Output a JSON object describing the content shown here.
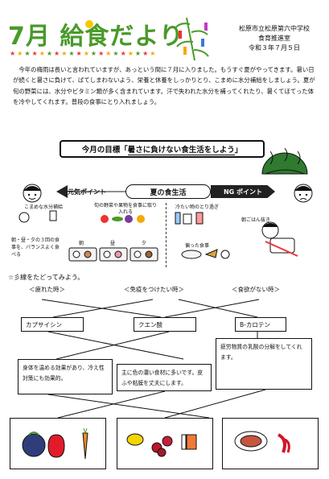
{
  "header": {
    "title": "7月 給食だより",
    "school": "松原市立松原第六中学校",
    "department": "食育推進室",
    "date": "令和３年７月５日"
  },
  "intro": "　今年の梅雨は長いと言われていますが、あっという間に７月に入りました。もうすぐ夏がやってきます。暑い日が続くと暑さに負けて、ばてしまわないよう、栄養と休養をしっかりとり、こまめに水分補給をしましょう。夏が旬の野菜には、水分やビタミン類が多く含まれています。汗で失われた水分を補ってくれたり、暑くてほてった体を冷やしてくれます。普段の食事にとり入れましょう。",
  "goal": {
    "prefix": "今月の目標「",
    "text": "暑さに負けない食生活をしよう",
    "suffix": "」"
  },
  "diet": {
    "good_label": "元気ポイント",
    "title": "夏の食生活",
    "ng_label": "NG ポイント",
    "good_items": [
      "こまめな水分補給",
      "旬の野菜や果物を食事に取り入れる",
      "朝・昼・夕の３回の食事を、バランスよく食べる"
    ],
    "meals": [
      "朝",
      "昼",
      "夕"
    ],
    "ng_items": [
      "冷たい物のとり過ぎ",
      "朝ごはん抜き",
      "偏った食事"
    ]
  },
  "chain": {
    "title": "☆彡線をたどってみよう。",
    "states": [
      "＜疲れた時＞",
      "＜免疫をつけたい時＞",
      "＜食欲がない時＞"
    ],
    "nutrients": [
      "カプサイシン",
      "クエン酸",
      "B-カロテン"
    ],
    "effects": [
      "身体を温める効果があり、冷え性対策にも効果的。",
      "主に色の濃い食材に多いです。皮ふや粘膜を丈夫にします。",
      "疲労物質の乳酸の分解をしてくれます。"
    ]
  }
}
